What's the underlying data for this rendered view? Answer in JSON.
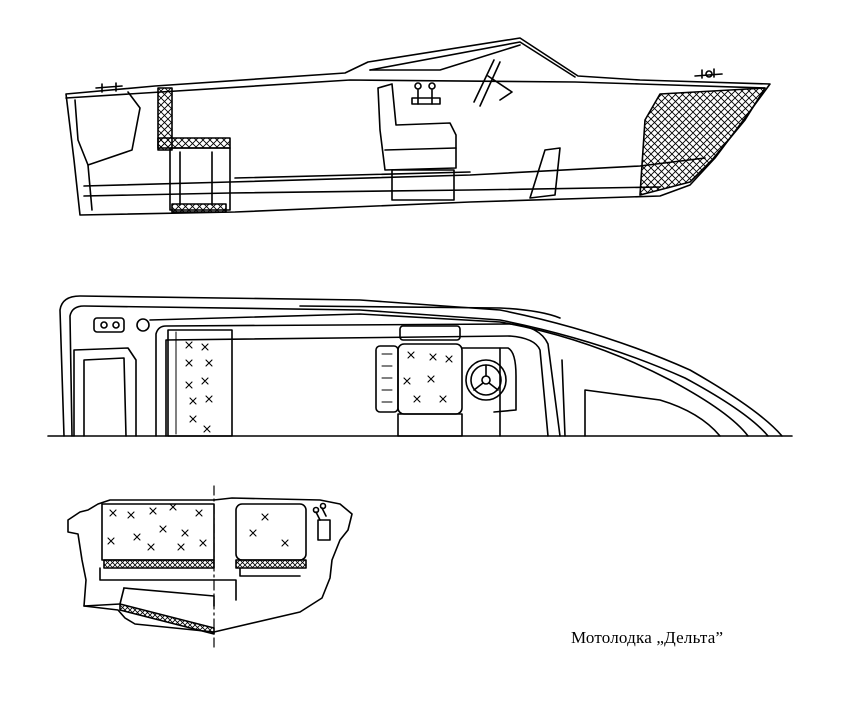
{
  "caption": "Мотолодка „Дельта”",
  "colors": {
    "line": "#000000",
    "paper": "#ffffff"
  },
  "views": [
    {
      "view": "side-profile"
    },
    {
      "view": "plan"
    },
    {
      "view": "cross-sections"
    }
  ]
}
